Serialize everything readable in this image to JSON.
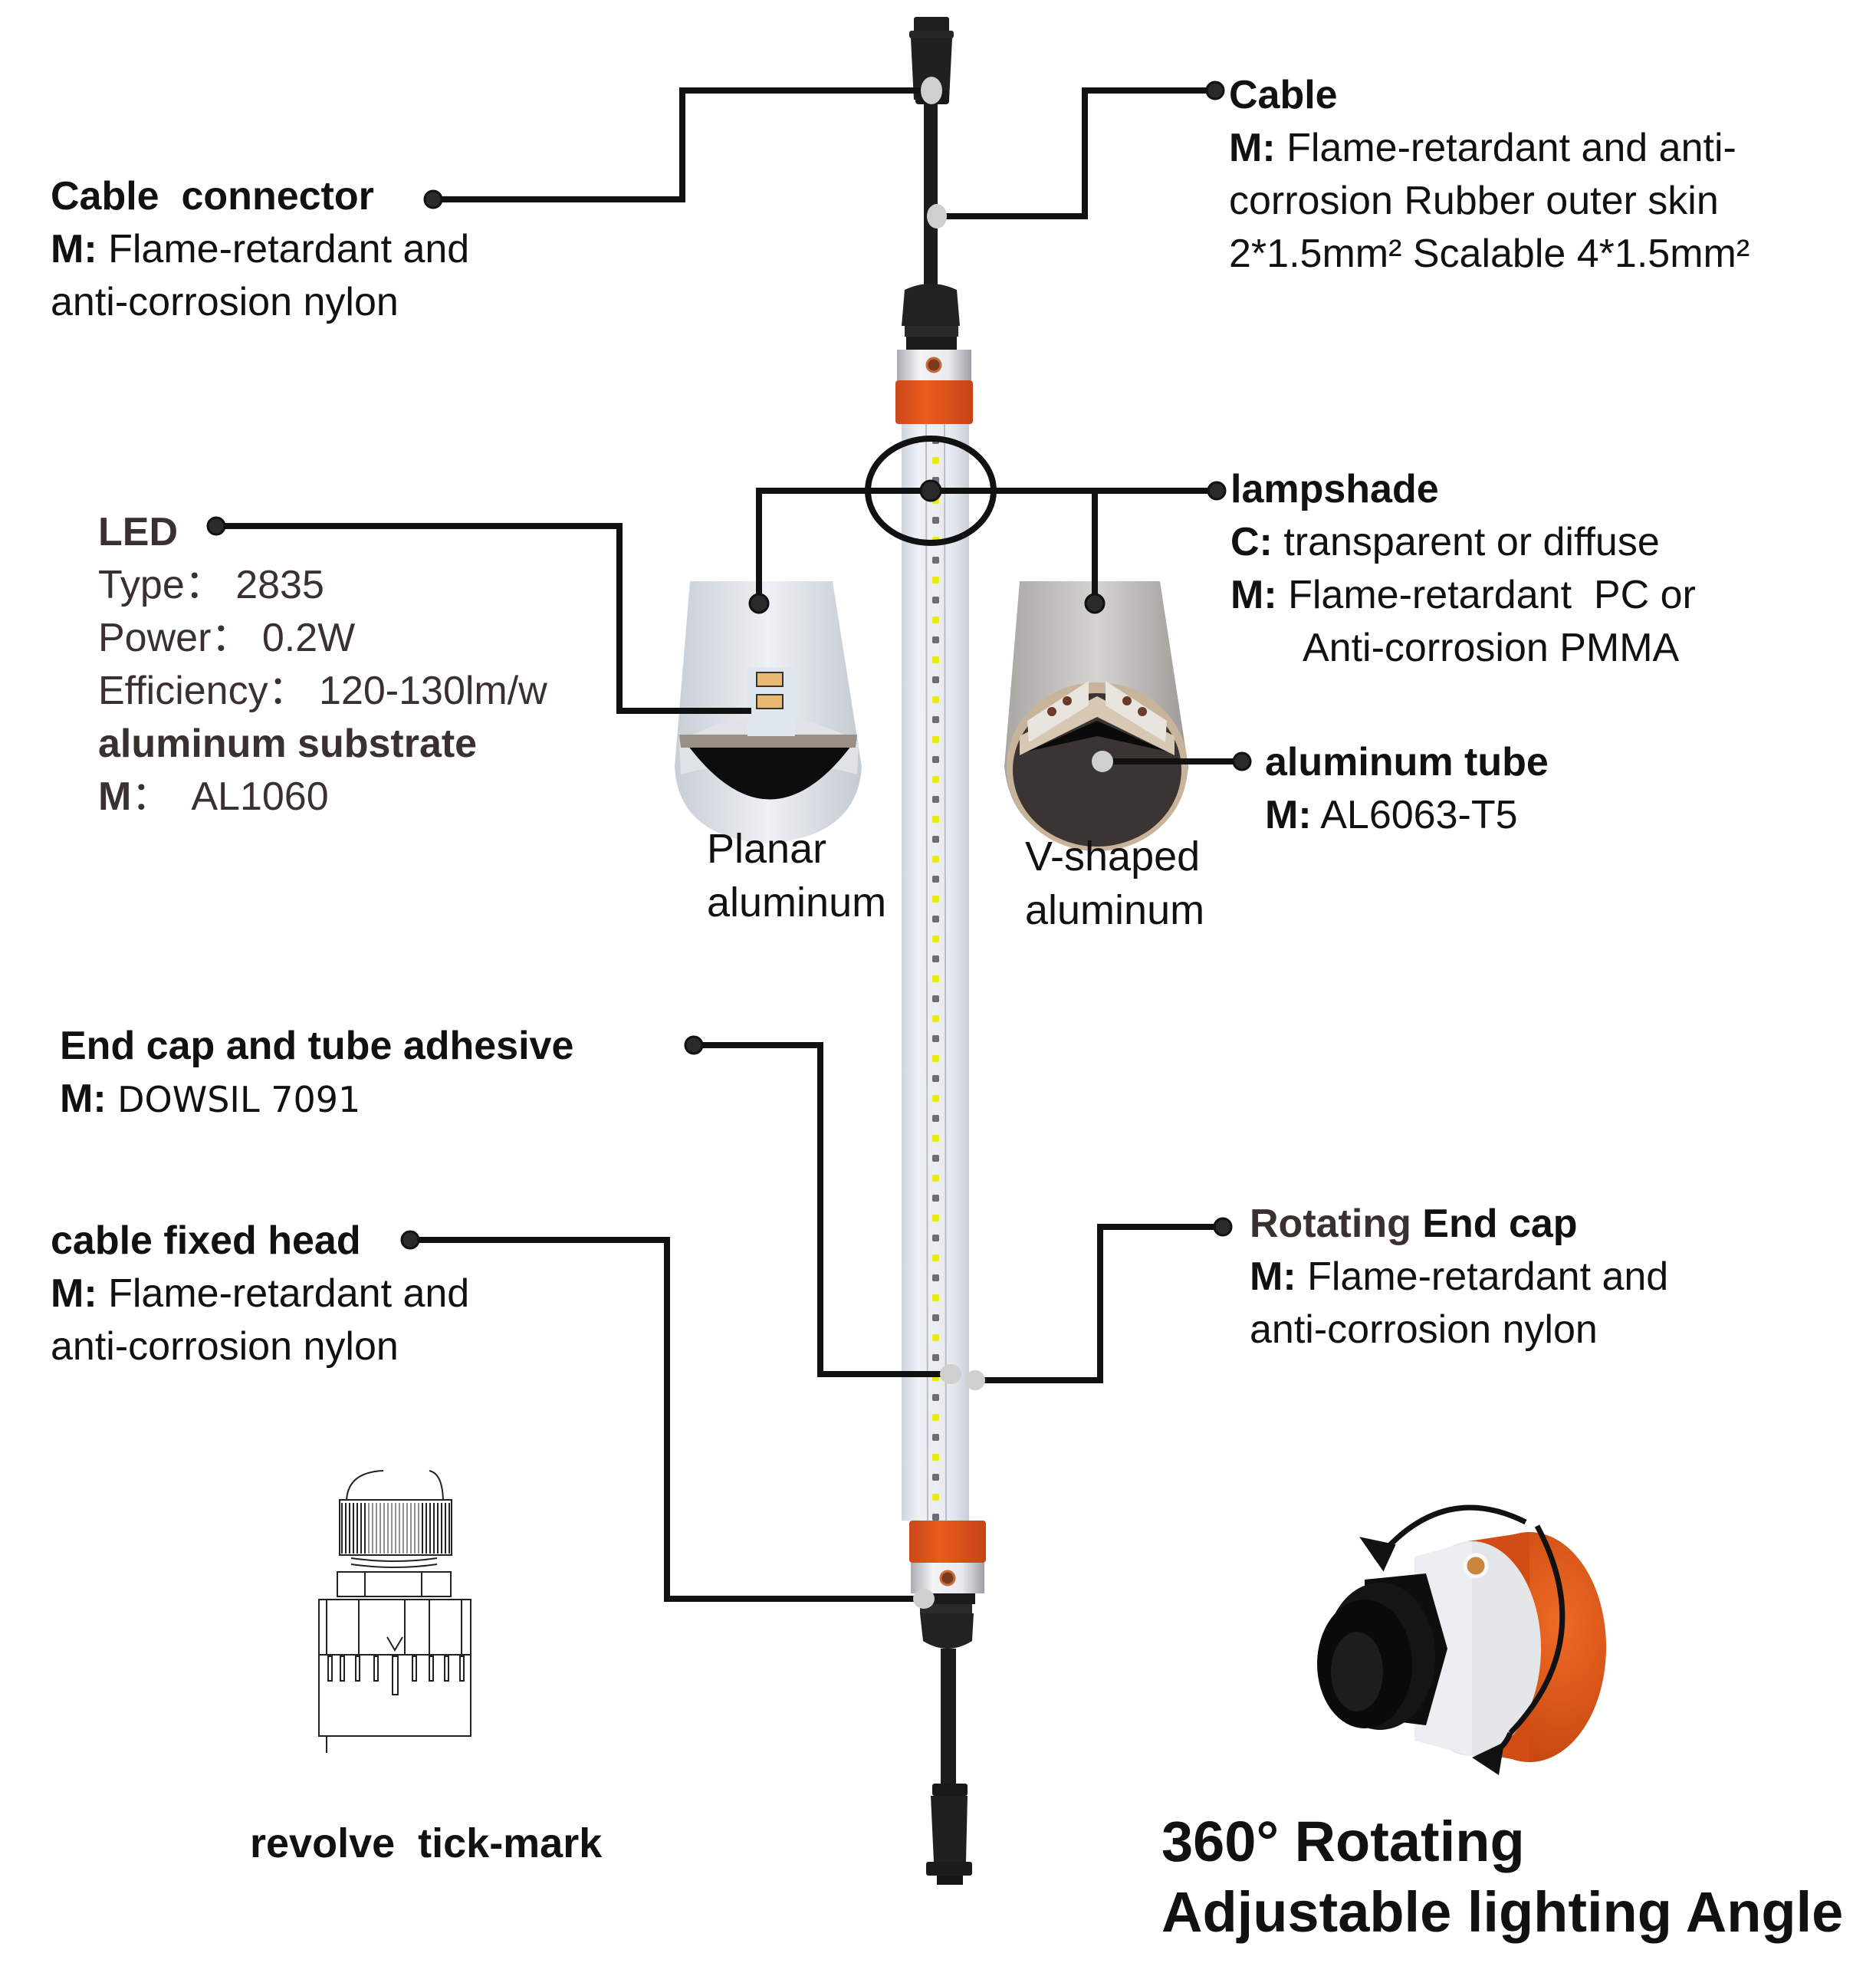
{
  "diagram_title": "LED tube light component breakdown",
  "colors": {
    "accent_orange": "#e2561c",
    "leader_line": "#111111",
    "dot_dark": "#2a2a2a",
    "marker_grey": "#cfcfcf",
    "tube_body": "#e4e8ef",
    "cable_black": "#1c1c1c",
    "led_yellow": "#e9ea10"
  },
  "callouts": {
    "cable_connector": {
      "title": "Cable  connector",
      "material_key": "M:",
      "material_lines": [
        "Flame-retardant and",
        "anti-corrosion nylon"
      ]
    },
    "cable": {
      "title": "Cable",
      "material_key": "M:",
      "material_lines": [
        "Flame-retardant and anti-",
        "corrosion Rubber outer skin",
        "2*1.5mm² Scalable 4*1.5mm²"
      ]
    },
    "led": {
      "title": "LED",
      "specs": [
        {
          "label": "Type：",
          "value": "2835"
        },
        {
          "label": "Power：",
          "value": "0.2W"
        },
        {
          "label": "Efficiency：",
          "value": "120-130lm/w"
        }
      ],
      "substrate_title": "aluminum substrate",
      "substrate_key": "M",
      "substrate_value": "：  AL1060"
    },
    "lampshade": {
      "title": "lampshade",
      "color_key": "C:",
      "color_value": "transparent or diffuse",
      "material_key": "M:",
      "material_lines": [
        "Flame-retardant  PC or",
        "Anti-corrosion PMMA"
      ]
    },
    "aluminum_tube": {
      "title": "aluminum tube",
      "material_key": "M:",
      "material_value": "AL6063-T5"
    },
    "adhesive": {
      "title": "End cap and tube adhesive",
      "material_key": "M:",
      "material_value": "DOWSIL 7091"
    },
    "cable_fixed_head": {
      "title": "cable fixed head",
      "material_key": "M:",
      "material_lines": [
        "Flame-retardant and",
        "anti-corrosion nylon"
      ]
    },
    "rotating_end_cap": {
      "title_part1": "Rotating",
      "title_part2": "End cap",
      "material_key": "M:",
      "material_lines": [
        "Flame-retardant and",
        "anti-corrosion nylon"
      ]
    }
  },
  "cross_sections": {
    "planar": {
      "line1": "Planar",
      "line2": "aluminum"
    },
    "v_shaped": {
      "line1": "V-shaped",
      "line2": "aluminum"
    }
  },
  "tick_mark_drawing": {
    "caption": "revolve  tick-mark"
  },
  "rotation_feature": {
    "line1": "360° Rotating",
    "line2": "Adjustable lighting Angle"
  }
}
